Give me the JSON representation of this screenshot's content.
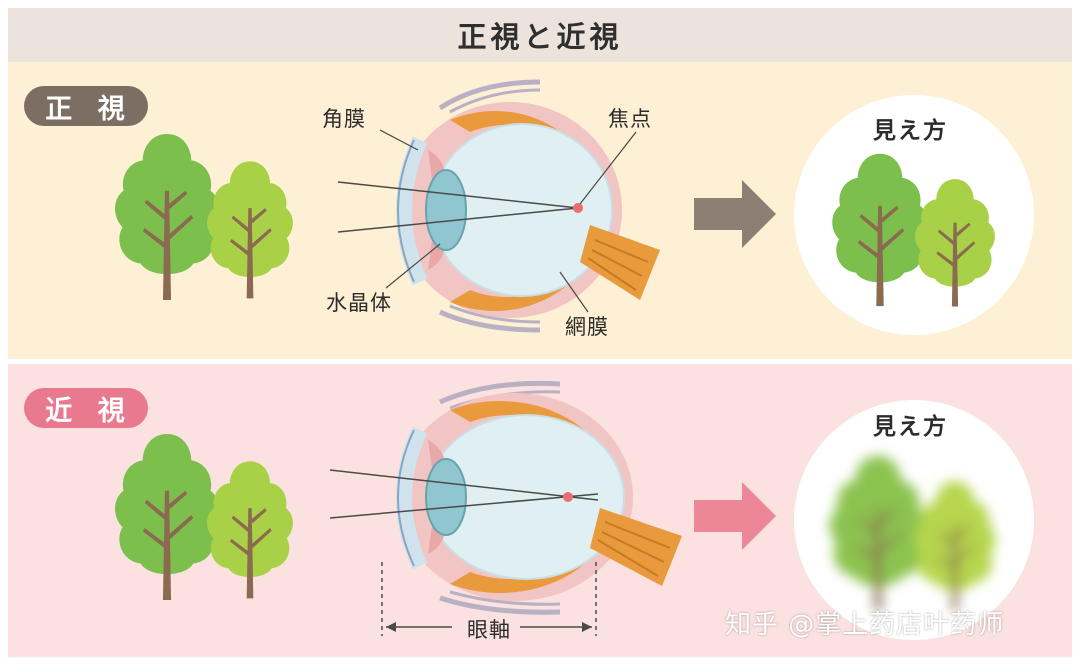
{
  "title": "正視と近視",
  "colors": {
    "header_bg": "#ece3dc",
    "normal_bg": "#fdf0d4",
    "myopia_bg": "#fbe1e0",
    "normal_badge": "#7c6e62",
    "myopia_badge": "#e8798f",
    "tree_dark": "#7cbf4c",
    "tree_light": "#a9d148",
    "trunk": "#8a6a50",
    "normal_arrow": "#8d7f74",
    "myopia_arrow": "#ec8798",
    "sclera": "#e89a3d",
    "focal_point": "#ea6d6f"
  },
  "normal": {
    "badge": "正 視",
    "labels": {
      "cornea": "角膜",
      "focal_point": "焦点",
      "lens": "水晶体",
      "retina": "網膜"
    },
    "view_title": "見え方",
    "icons": [
      "tree-icon",
      "eye-cross-section-icon",
      "arrow-right-icon"
    ]
  },
  "myopia": {
    "badge": "近 視",
    "labels": {
      "axial_length": "眼軸"
    },
    "view_title": "見え方",
    "icons": [
      "tree-icon",
      "eye-cross-section-icon",
      "arrow-right-icon"
    ]
  },
  "watermark": "知乎 @掌上药店叶药师"
}
